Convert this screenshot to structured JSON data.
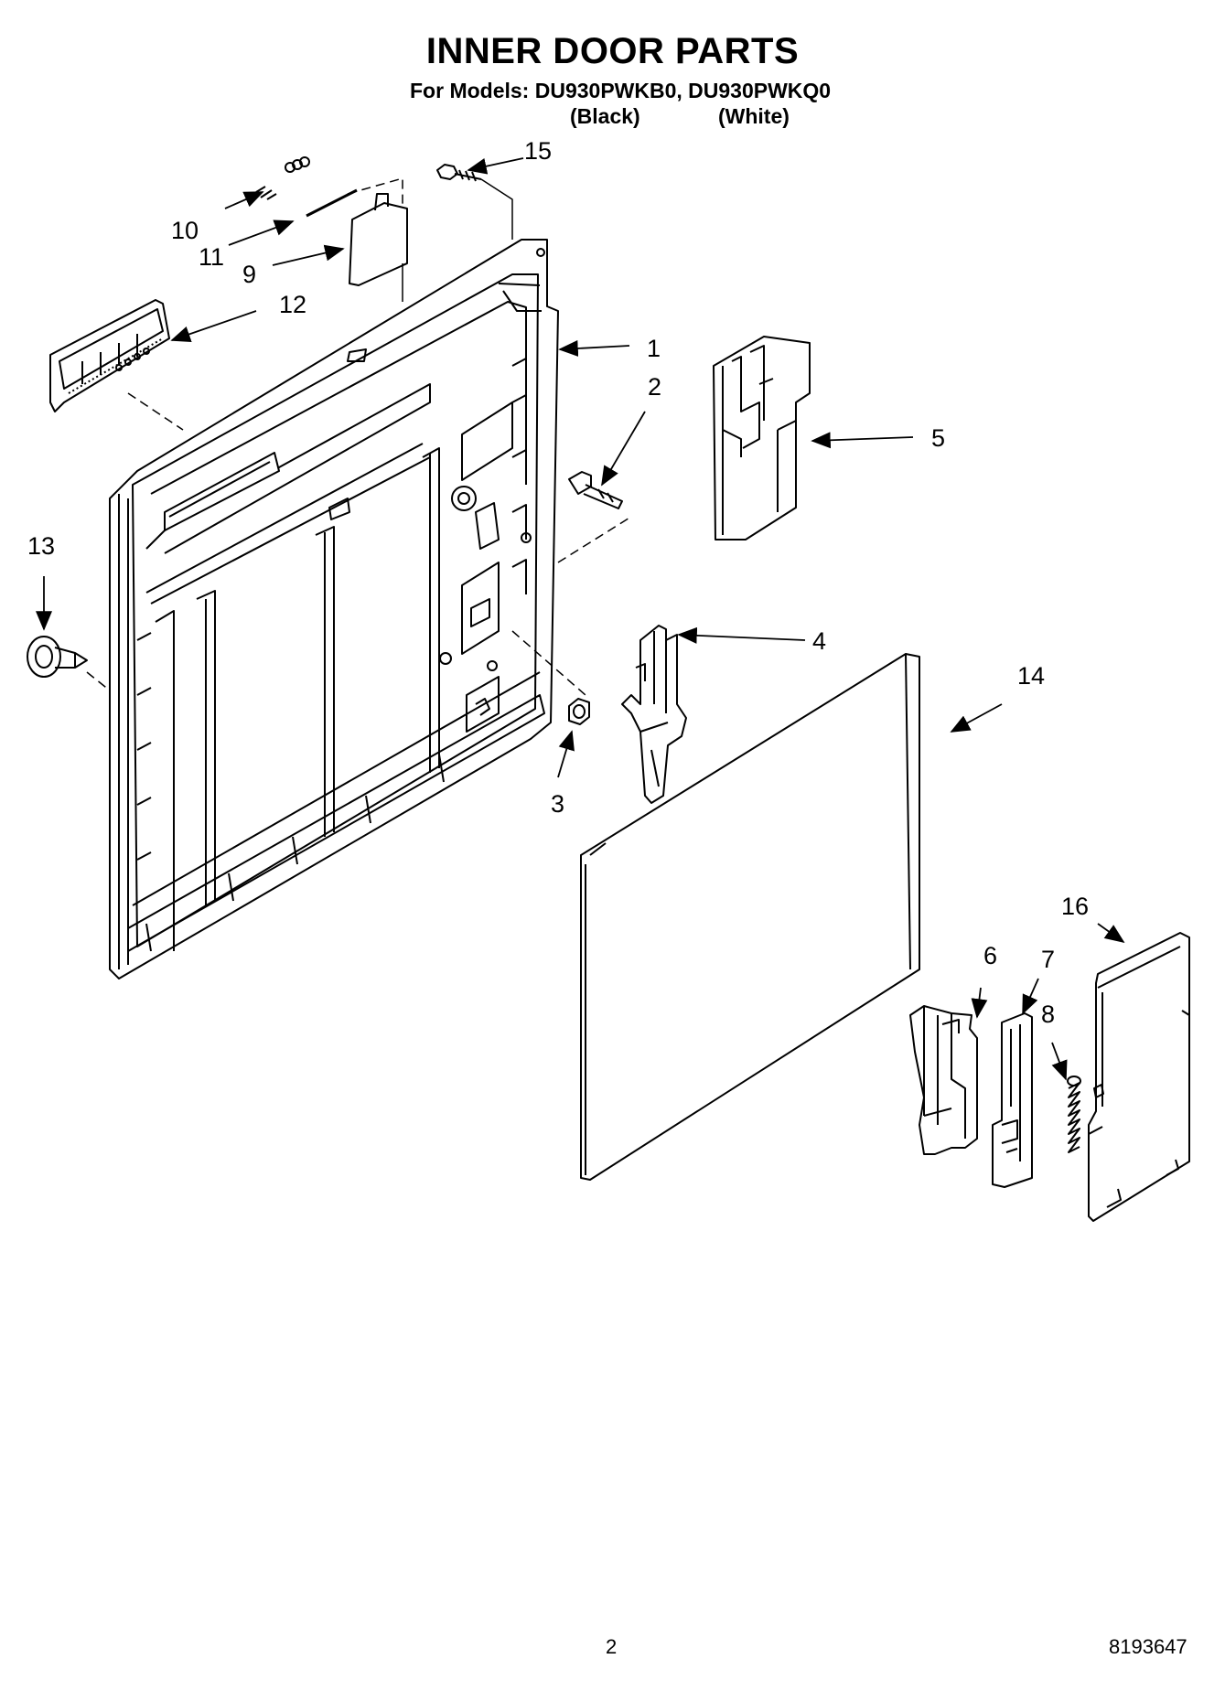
{
  "header": {
    "title": "INNER DOOR PARTS",
    "models_line": "For Models: DU930PWKB0, DU930PWKQ0",
    "variant_black": "(Black)",
    "variant_white": "(White)"
  },
  "callouts": [
    "1",
    "2",
    "3",
    "4",
    "5",
    "6",
    "7",
    "8",
    "9",
    "10",
    "11",
    "12",
    "13",
    "14",
    "15",
    "16"
  ],
  "footer": {
    "page_number": "2",
    "document_number": "8193647"
  }
}
